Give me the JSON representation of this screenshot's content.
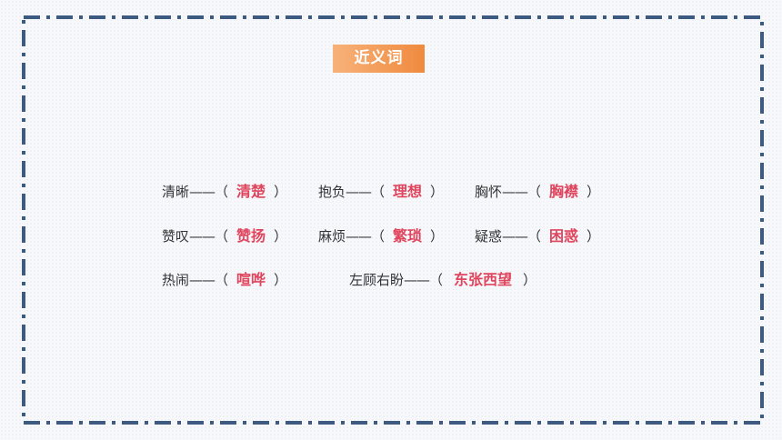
{
  "badge": {
    "label": "近义词",
    "color_from": "#f7b27a",
    "color_to": "#f08a3e"
  },
  "frame": {
    "border_color": "#3d5a80",
    "style": "dash-dot"
  },
  "dash": "——",
  "open_paren": "（",
  "close_paren": "）",
  "items": [
    {
      "word": "清晰",
      "answer": "清楚"
    },
    {
      "word": "抱负",
      "answer": "理想"
    },
    {
      "word": "胸怀",
      "answer": "胸襟"
    },
    {
      "word": "赞叹",
      "answer": "赞扬"
    },
    {
      "word": "麻烦",
      "answer": "繁琐"
    },
    {
      "word": "疑惑",
      "answer": "困惑"
    },
    {
      "word": "热闹",
      "answer": "喧哗"
    },
    {
      "word": "左顾右盼",
      "answer": "东张西望"
    }
  ],
  "answer_color": "#e0455e"
}
